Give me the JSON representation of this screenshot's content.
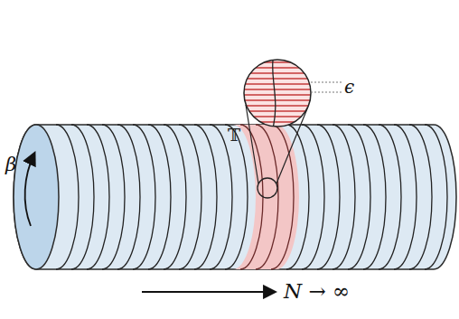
{
  "diagram": {
    "labels": [
      "ϵ",
      "𝕋",
      "β",
      "N → ∞"
    ]
  }
}
